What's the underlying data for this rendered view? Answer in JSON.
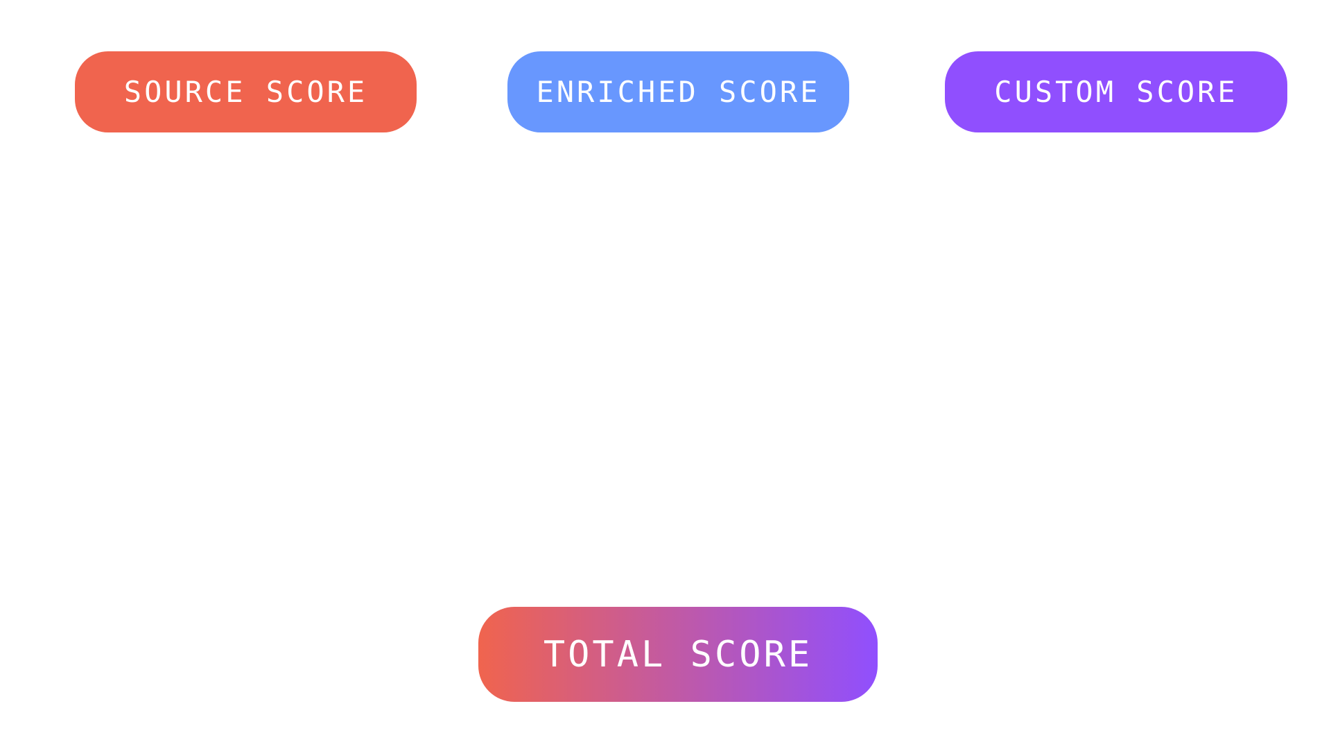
{
  "nodes": {
    "source": {
      "label": "SOURCE SCORE",
      "color": "#F0644E"
    },
    "enriched": {
      "label": "ENRICHED SCORE",
      "color": "#6897FE"
    },
    "custom": {
      "label": "CUSTOM SCORE",
      "color": "#904FFE"
    },
    "total": {
      "label": "TOTAL SCORE",
      "gradient_from": "#F0644E",
      "gradient_to": "#904FFE"
    }
  }
}
